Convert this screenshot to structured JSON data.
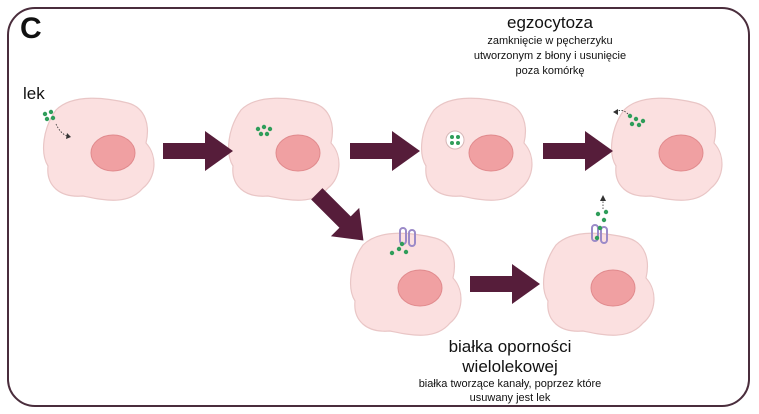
{
  "panel": {
    "letter": "C"
  },
  "labels": {
    "drug": "lek",
    "exocytosis_title": "egzocytoza",
    "exocytosis_desc_1": "zamknięcie w pęcherzyku",
    "exocytosis_desc_2": "utworzonym z błony i usunięcie",
    "exocytosis_desc_3": "poza komórkę",
    "mdr_title_1": "białka oporności",
    "mdr_title_2": "wielolekowej",
    "mdr_desc_1": "białka tworzące kanały, poprzez które",
    "mdr_desc_2": "usuwany jest lek"
  },
  "colors": {
    "frame": "#4a2d3c",
    "arrow": "#561d3a",
    "cell_fill": "#fbe0e0",
    "cell_stroke": "#e9c6c6",
    "nucleus_fill": "#f0a0a2",
    "nucleus_stroke": "#e08a8d",
    "drug": "#2f9d5a",
    "channel": "#9b8ac8"
  }
}
